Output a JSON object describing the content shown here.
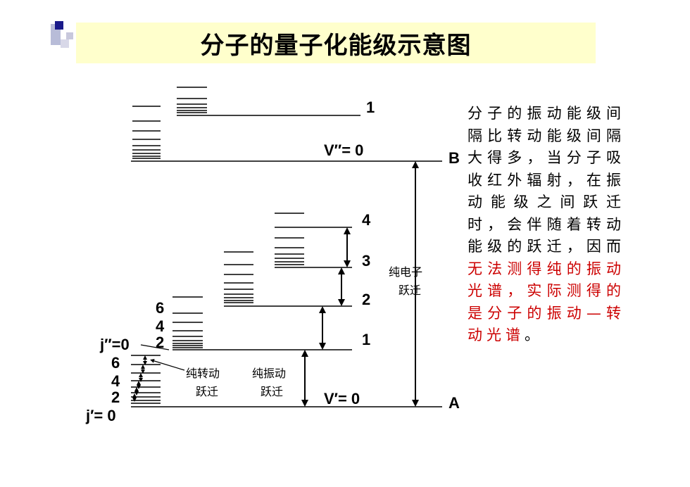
{
  "title": "分子的量子化能级示意图",
  "description": {
    "black": "分子的振动能级间隔比转动能级间隔大得多，当分子吸收红外辐射，在振动能级之间跃迁时，会伴随着转动能级的跃迁，因而",
    "red": "无法测得纯的振动光谱，实际测得的是分子的振动—转动光谱",
    "end": "。"
  },
  "diagram": {
    "state_upper": "B",
    "state_lower": "A",
    "v_upper_0": "V″= 0",
    "v_upper_1": "1",
    "v_lower_0": "V′= 0",
    "v_lower_1": "1",
    "v_lower_2": "2",
    "v_lower_3": "3",
    "v_lower_4": "4",
    "j_upper": "j″=0",
    "j_upper_2": "2",
    "j_upper_4": "4",
    "j_upper_6": "6",
    "j_lower": "j′= 0",
    "j_lower_2": "2",
    "j_lower_4": "4",
    "j_lower_6": "6",
    "electronic_transition_1": "纯电子",
    "electronic_transition_2": "跃迁",
    "vib_transition_1": "纯振动",
    "vib_transition_2": "跃迁",
    "rot_transition_1": "纯转动",
    "rot_transition_2": "跃迁"
  }
}
